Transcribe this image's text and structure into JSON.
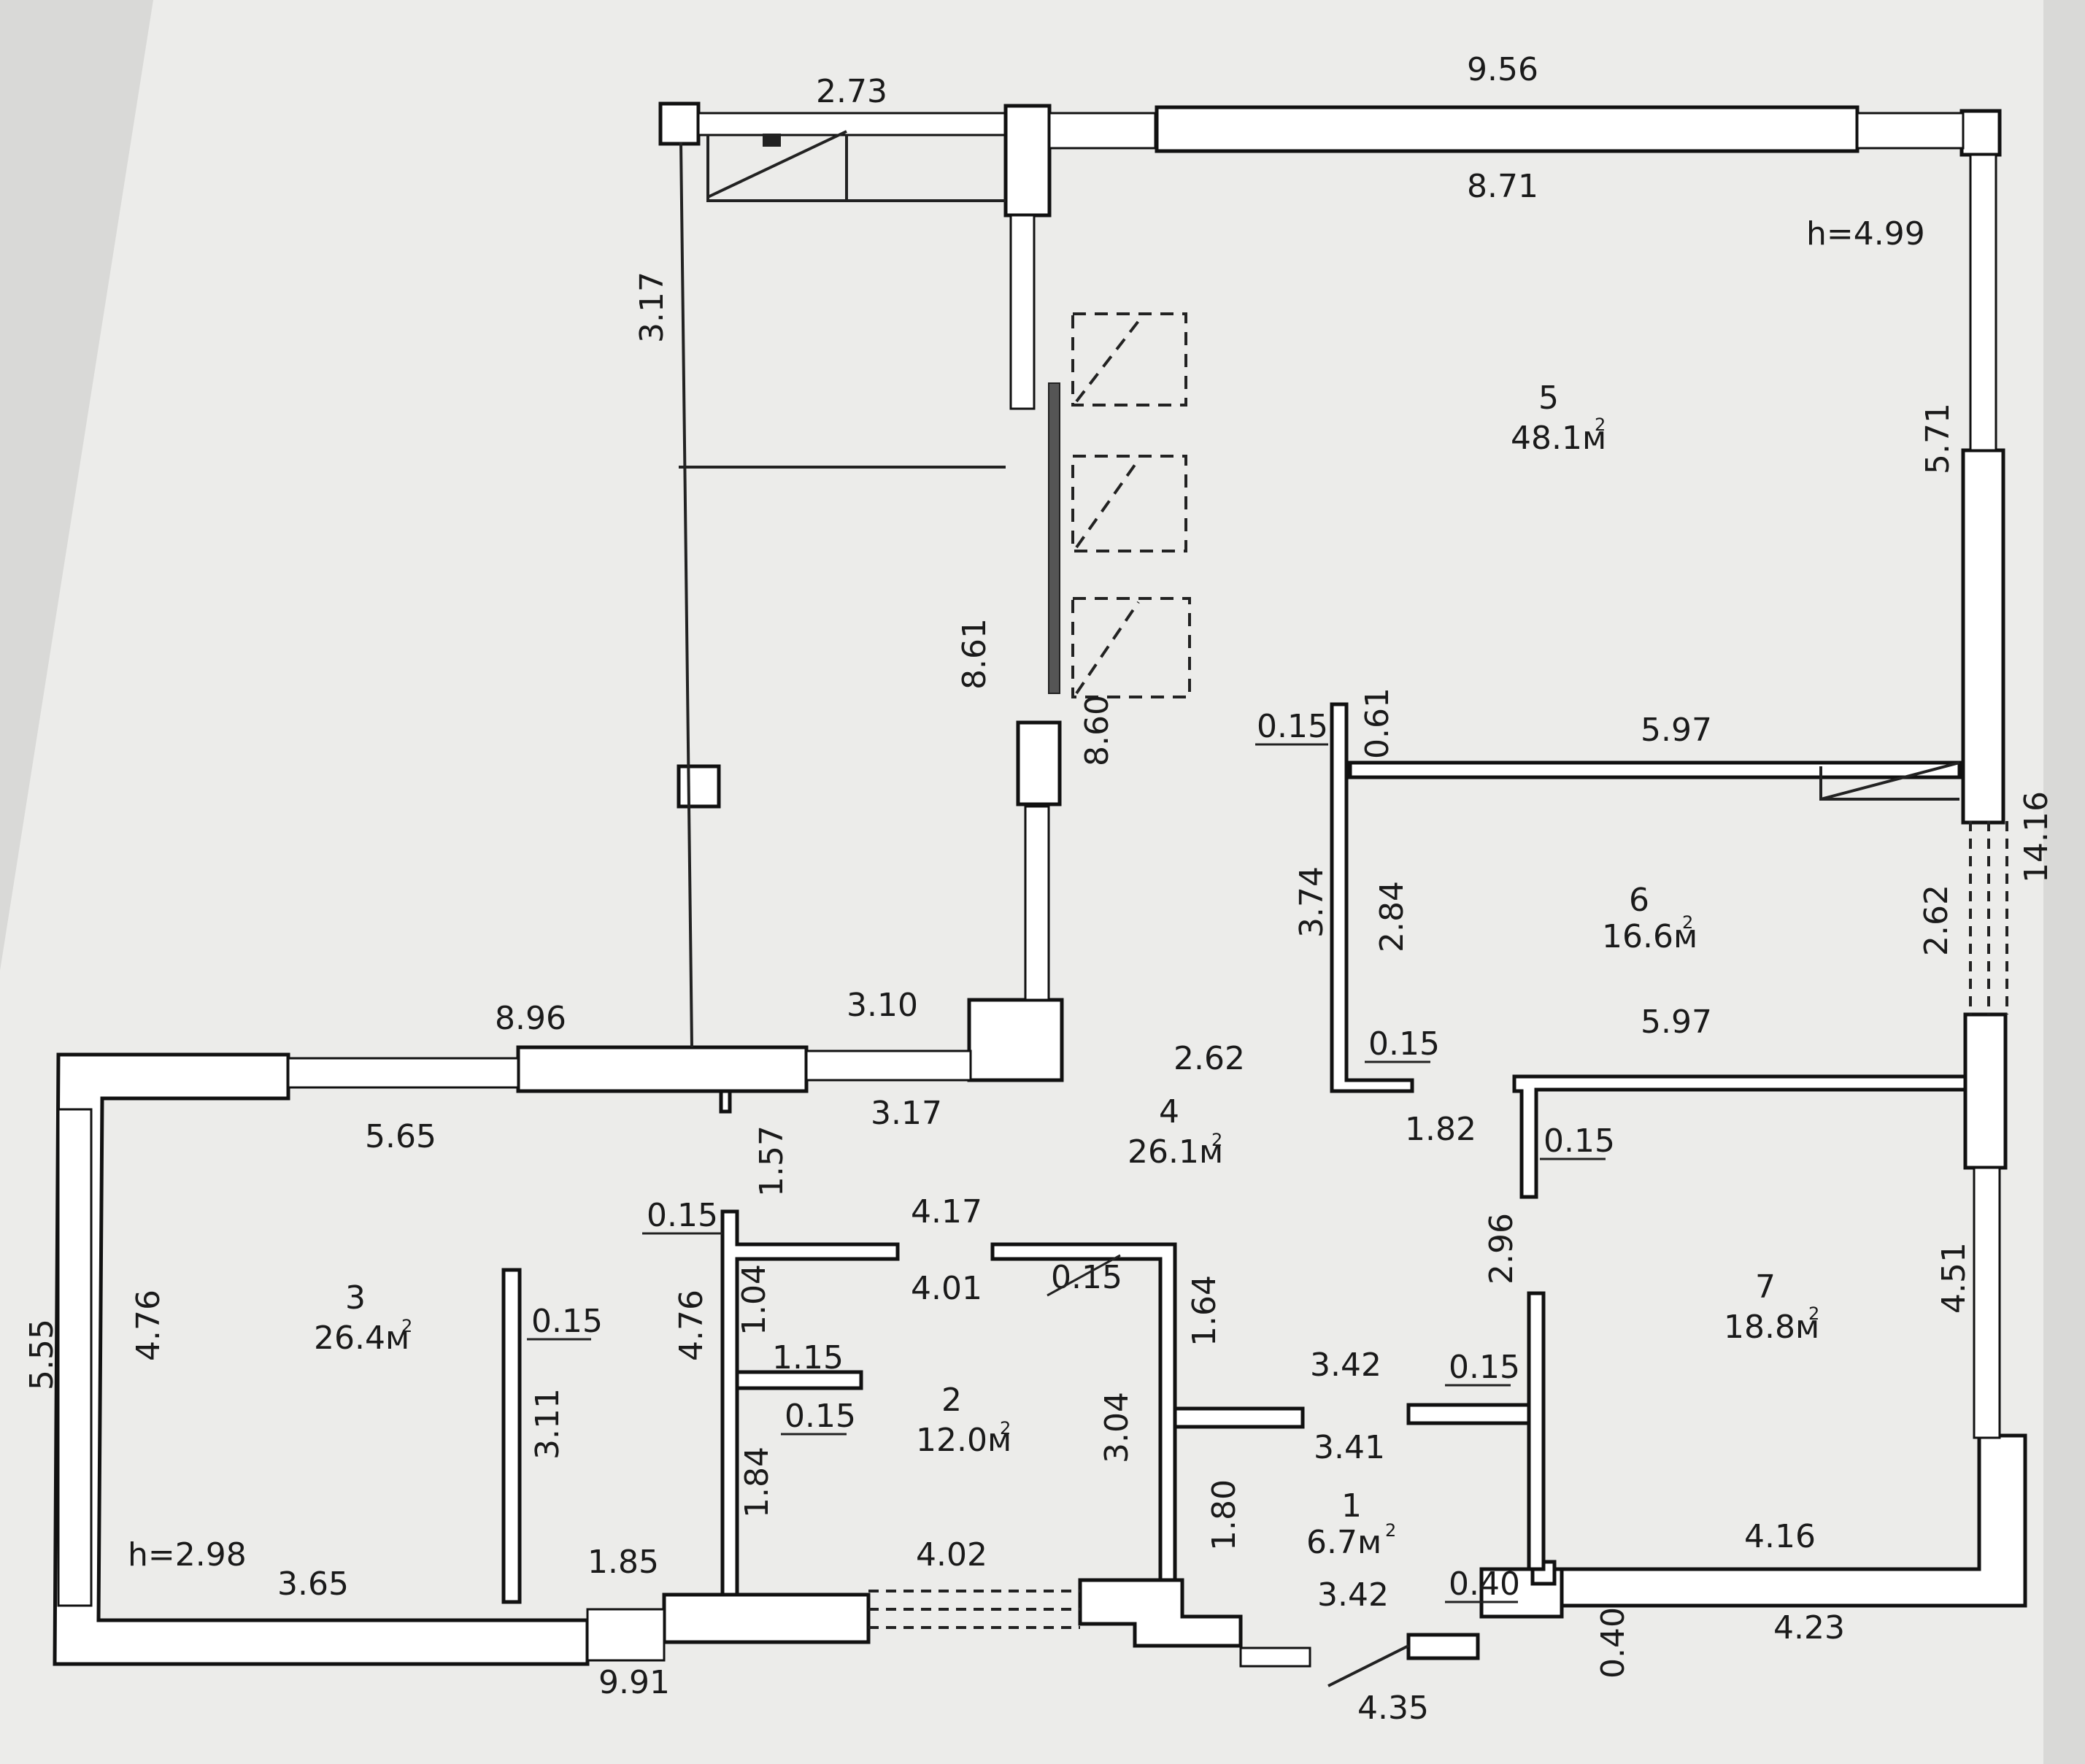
{
  "rooms": [
    {
      "no": "1",
      "area": "6.7м",
      "sup": "2"
    },
    {
      "no": "2",
      "area": "12.0м",
      "sup": "2"
    },
    {
      "no": "3",
      "area": "26.4м",
      "sup": "2"
    },
    {
      "no": "4",
      "area": "26.1м",
      "sup": "2"
    },
    {
      "no": "5",
      "area": "48.1м",
      "sup": "2"
    },
    {
      "no": "6",
      "area": "16.6м",
      "sup": "2"
    },
    {
      "no": "7",
      "area": "18.8м",
      "sup": "2"
    }
  ],
  "heights": {
    "upper": "h=4.99",
    "lower": "h=2.98"
  },
  "dims": {
    "d_2_73": "2.73",
    "d_9_56": "9.56",
    "d_8_71": "8.71",
    "d_3_17_v": "3.17",
    "d_5_71": "5.71",
    "d_8_61": "8.61",
    "d_8_60": "8.60",
    "d_0_15_a": "0.15",
    "d_0_61": "0.61",
    "d_5_97_top": "5.97",
    "d_14_16": "14.16",
    "d_3_74": "3.74",
    "d_2_84": "2.84",
    "d_2_62_r": "2.62",
    "d_0_15_b": "0.15",
    "d_5_97_bot": "5.97",
    "d_8_96": "8.96",
    "d_3_10": "3.10",
    "d_2_62_c": "2.62",
    "d_5_65": "5.65",
    "d_3_17_h": "3.17",
    "d_1_82": "1.82",
    "d_0_15_c": "0.15",
    "d_1_57": "1.57",
    "d_0_15_d": "0.15",
    "d_4_17": "4.17",
    "d_2_96": "2.96",
    "d_4_76_l": "4.76",
    "d_0_15_e": "0.15",
    "d_4_76_m": "4.76",
    "d_1_04": "1.04",
    "d_4_01": "4.01",
    "d_0_15_f": "0.15",
    "d_1_64": "1.64",
    "d_5_55": "5.55",
    "d_1_15": "1.15",
    "d_0_15_g": "0.15",
    "d_3_42_t": "3.42",
    "d_0_15_h": "0.15",
    "d_4_51": "4.51",
    "d_3_11": "3.11",
    "d_3_04": "3.04",
    "d_3_41": "3.41",
    "d_1_84": "1.84",
    "d_1_80": "1.80",
    "d_3_65": "3.65",
    "d_1_85": "1.85",
    "d_4_02": "4.02",
    "d_4_16": "4.16",
    "d_3_42_b": "3.42",
    "d_0_40_a": "0.40",
    "d_0_40_b": "0.40",
    "d_4_23": "4.23",
    "d_9_91": "9.91",
    "d_4_35": "4.35"
  }
}
